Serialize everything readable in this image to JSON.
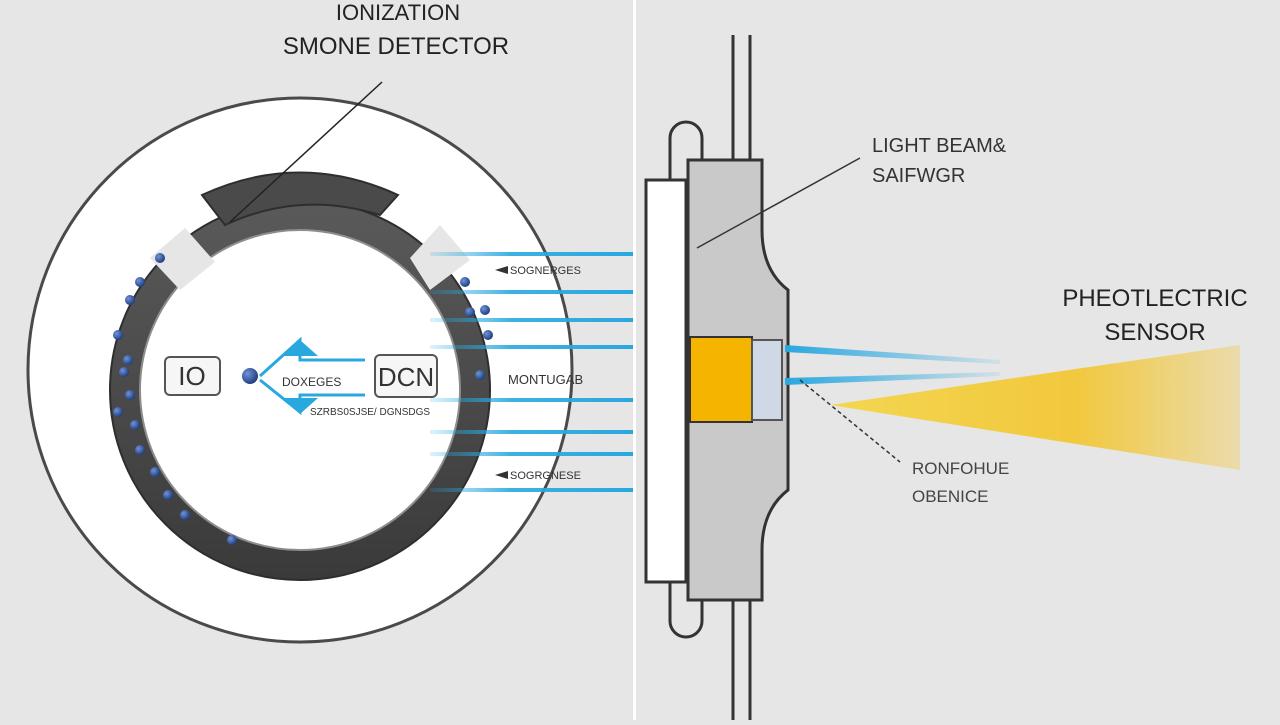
{
  "left_panel": {
    "title_line1": "IONIZATION",
    "title_line2": "SMONE DETECTOR",
    "chamber_box_left": "IO",
    "chamber_box_right": "DCN",
    "label_center": "DOXEGES",
    "label_center_lower": "SZRBS0SJSE/ DGNSDGS",
    "label_right": "MONTUGAB",
    "beam_label_top": "SOGNERGES",
    "beam_label_bottom": "SOGRGNESE"
  },
  "right_panel": {
    "light_beam_line1": "LIGHT BEAM&",
    "light_beam_line2": "SAIFWGR",
    "sensor_line1": "PHEOTLECTRIC",
    "sensor_line2": "SENSOR",
    "obstacle_line1": "RONFOHUE",
    "obstacle_line2": "OBENICE"
  },
  "colors": {
    "background": "#e6e6e6",
    "ring_dark": "#4a4a4a",
    "ion_blue": "#2a4f9a",
    "beam_cyan": "#29a8e0",
    "sensor_yellow": "#f4c320",
    "body_gray": "#c9c9c9"
  }
}
